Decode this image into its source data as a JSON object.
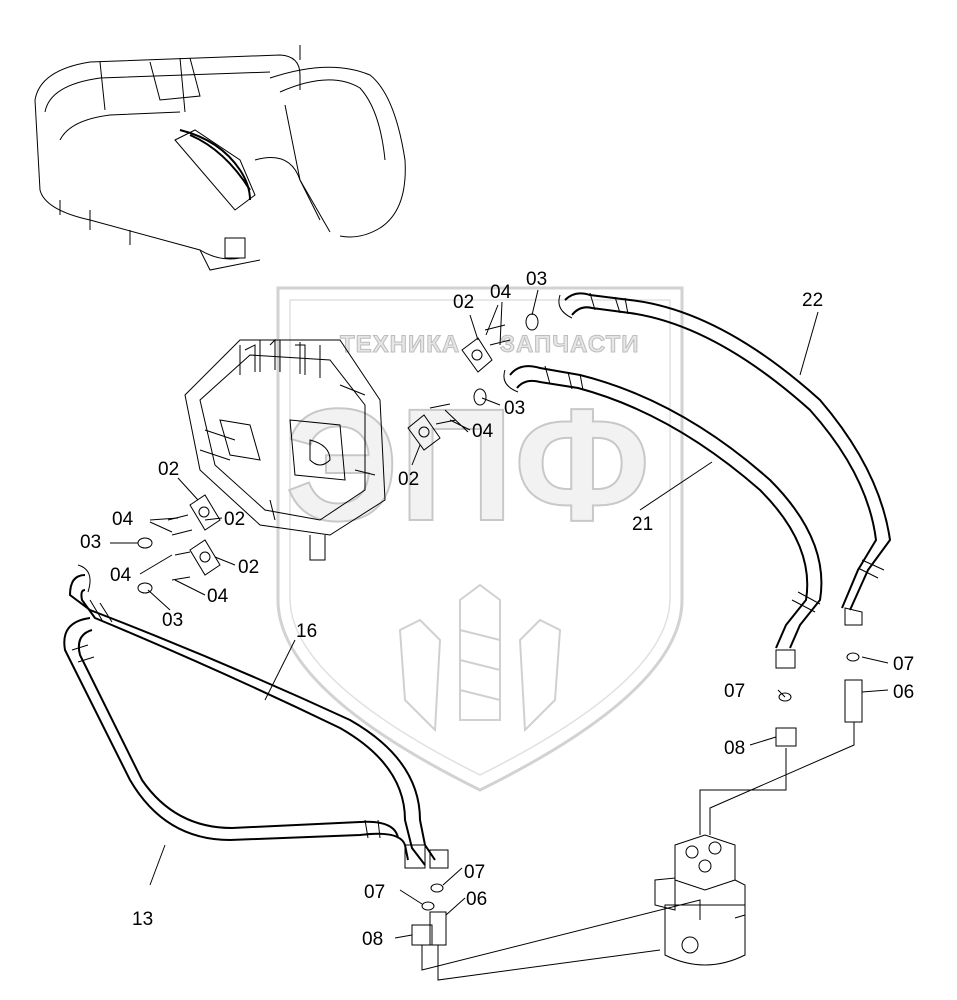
{
  "watermark": {
    "left_text": "ТЕХНИКА",
    "right_text": "ЗАПЧАСТИ",
    "big_text": "ЭПФ",
    "emblem": "wheat-logo-shield"
  },
  "labels": {
    "l02a": "02",
    "l04a": "04",
    "l03a": "03",
    "l22": "22",
    "l03b": "03",
    "l04b": "04",
    "l02b": "02",
    "l21": "21",
    "l02c": "02",
    "l04c": "04",
    "l02d": "02",
    "l03c": "03",
    "l04d": "04",
    "l02e": "02",
    "l04e": "04",
    "l03d": "03",
    "l16": "16",
    "l07a": "07",
    "l07b": "07",
    "l06a": "06",
    "l08a": "08",
    "l13": "13",
    "l07c": "07",
    "l07d": "07",
    "l06b": "06",
    "l08b": "08"
  },
  "colors": {
    "line": "#000000",
    "watermark": "#c8c8c8",
    "background": "#ffffff"
  }
}
